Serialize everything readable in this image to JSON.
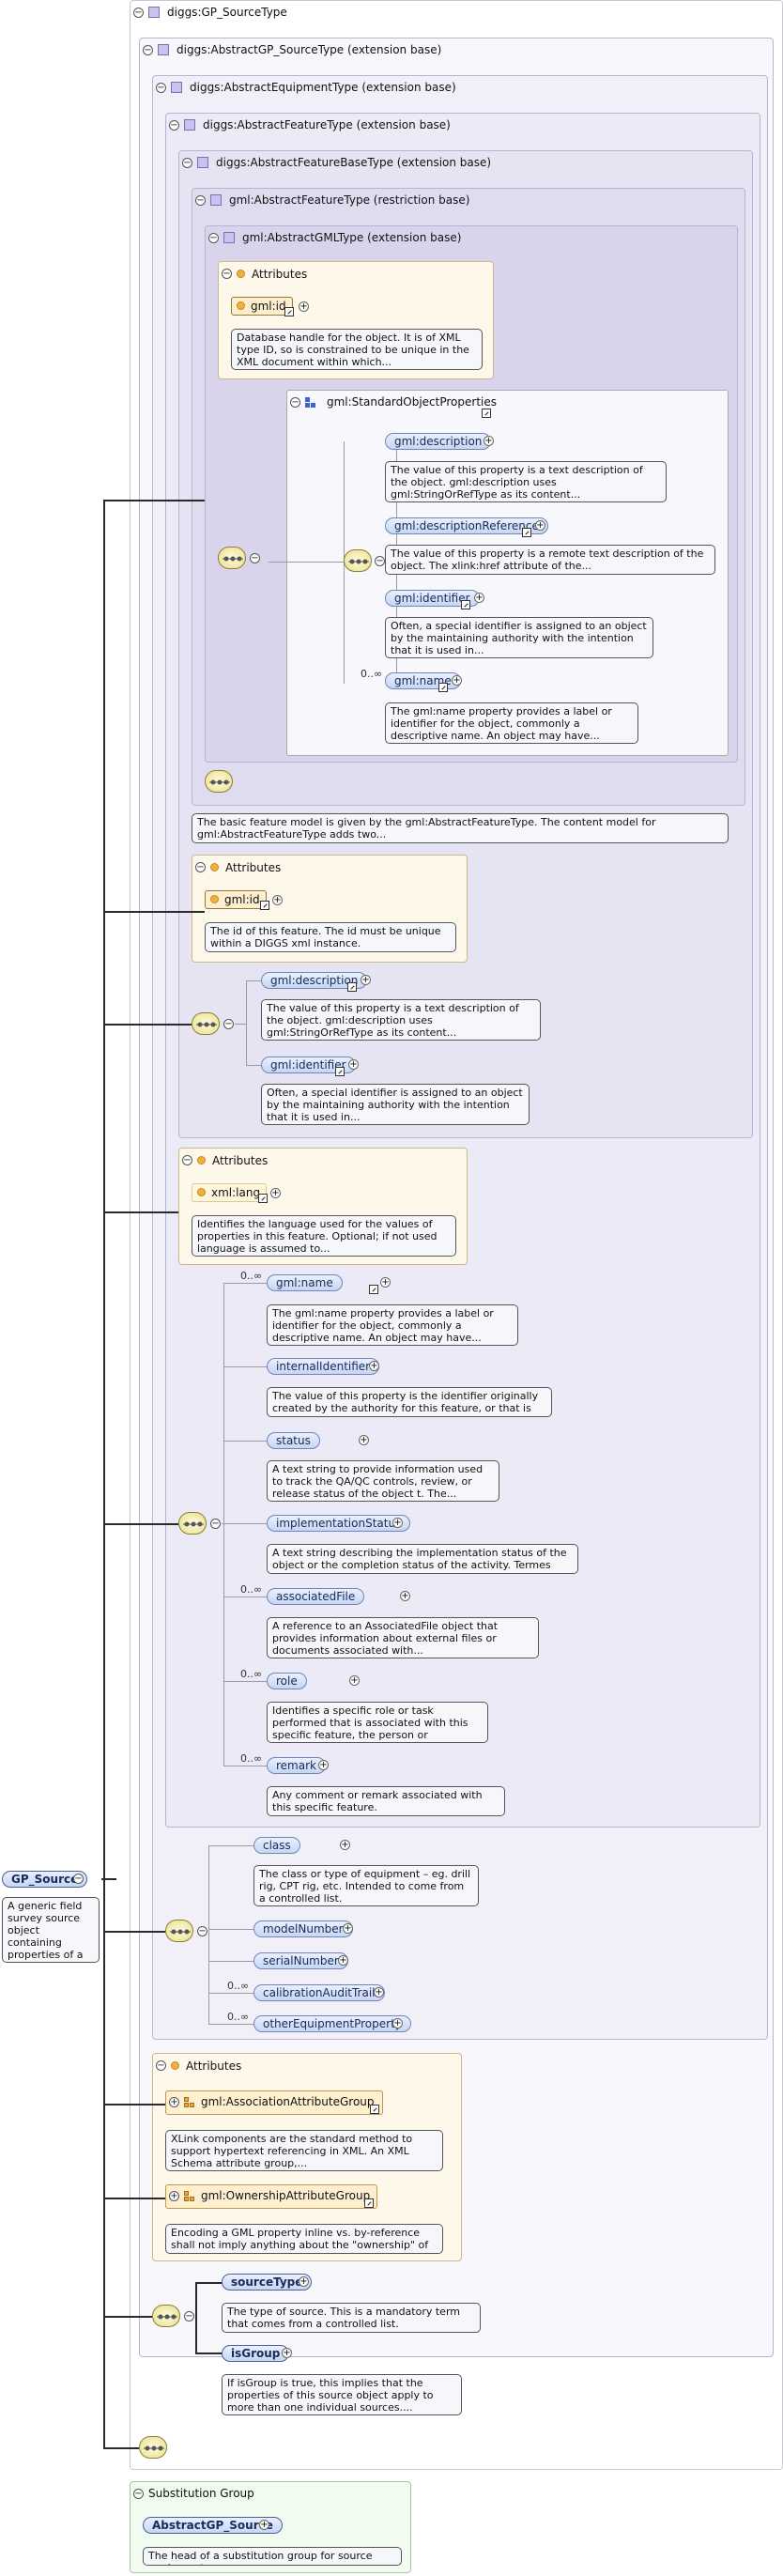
{
  "diagram": {
    "root_element": {
      "name": "GP_Source",
      "description": "A generic field survey source object containing properties of a source."
    },
    "complex_type": "diggs:GP_SourceType",
    "layers": [
      "diggs:AbstractGP_SourceType (extension base)",
      "diggs:AbstractEquipmentType (extension base)",
      "diggs:AbstractFeatureType (extension base)",
      "diggs:AbstractFeatureBaseType (extension base)",
      "gml:AbstractFeatureType (restriction base)",
      "gml:AbstractGMLType (extension base)"
    ],
    "gml_type_attributes": {
      "header": "Attributes",
      "attr": "gml:id",
      "desc": "Database handle for the object. It is of XML type ID, so is constrained to be unique in the XML document within which..."
    },
    "standard_object_properties": {
      "name": "gml:StandardObjectProperties",
      "items": [
        {
          "name": "gml:description",
          "card": "",
          "desc": "The value of this property is a text description of the object. gml:description uses gml:StringOrRefType as its content..."
        },
        {
          "name": "gml:descriptionReference",
          "card": "",
          "desc": "The value of this property is a remote text description of the object. The xlink:href attribute of the..."
        },
        {
          "name": "gml:identifier",
          "card": "",
          "desc": "Often, a special identifier is assigned to an object by the maintaining authority with the intention that it is used in..."
        },
        {
          "name": "gml:name",
          "card": "0..∞",
          "desc": "The gml:name property provides a label or identifier for the object, commonly a descriptive name. An object may have..."
        }
      ]
    },
    "gml_feature_desc": "The basic feature model is given by the gml:AbstractFeatureType. The content model for gml:AbstractFeatureType adds two...",
    "feature_base_attributes": {
      "header": "Attributes",
      "attr": "gml:id",
      "desc": "The id of this feature. The id must be unique within a DIGGS xml instance."
    },
    "feature_base_elements": [
      {
        "name": "gml:description",
        "desc": "The value of this property is a text description of the object. gml:description uses gml:StringOrRefType as its content..."
      },
      {
        "name": "gml:identifier",
        "desc": "Often, a special identifier is assigned to an object by the maintaining authority with the intention that it is used in..."
      }
    ],
    "feature_attributes": {
      "header": "Attributes",
      "attr": "xml:lang",
      "desc": "Identifies the language used for the values of properties in this feature. Optional; if not used language is assumed to..."
    },
    "feature_elements": [
      {
        "name": "gml:name",
        "card": "0..∞",
        "desc": "The gml:name property provides a label or identifier for the object, commonly a descriptive name. An object may have..."
      },
      {
        "name": "internalIdentifier",
        "card": "",
        "desc": "The value of this property is the identifier originally created by the authority for this feature, or that is used as..."
      },
      {
        "name": "status",
        "card": "",
        "desc": "A text string to provide information used to track the QA/QC controls, review, or release status of the object t. The..."
      },
      {
        "name": "implementationStatus",
        "card": "",
        "desc": "A text string describing the implementation status of the object or the completion status of the activity. Termes used..."
      },
      {
        "name": "associatedFile",
        "card": "0..∞",
        "desc": "A reference to an AssociatedFile object that provides information about external files or documents associated with..."
      },
      {
        "name": "role",
        "card": "0..∞",
        "desc": "Identifies a specific role or task performed that is associated with this specific feature, the person or organization..."
      },
      {
        "name": "remark",
        "card": "0..∞",
        "desc": "Any comment or remark associated with this specific feature."
      }
    ],
    "equipment_elements": [
      {
        "name": "class",
        "card": "",
        "desc": "The class or type of equipment – eg. drill rig, CPT rig, etc. Intended to come from a controlled list."
      },
      {
        "name": "modelNumber",
        "card": "",
        "desc": ""
      },
      {
        "name": "serialNumber",
        "card": "",
        "desc": ""
      },
      {
        "name": "calibrationAuditTrail",
        "card": "0..∞",
        "desc": ""
      },
      {
        "name": "otherEquipmentProperty",
        "card": "0..∞",
        "desc": ""
      }
    ],
    "source_attributes": {
      "header": "Attributes",
      "groups": [
        {
          "name": "gml:AssociationAttributeGroup",
          "desc": "XLink components are the standard method to support hypertext referencing in XML. An XML Schema attribute group,..."
        },
        {
          "name": "gml:OwnershipAttributeGroup",
          "desc": "Encoding a GML property inline vs. by-reference shall not imply anything about the \"ownership\" of the contained or..."
        }
      ]
    },
    "source_elements": [
      {
        "name": "sourceType",
        "desc": "The type of source. This is a mandatory term that comes from a controlled list."
      },
      {
        "name": "isGroup",
        "desc": "If isGroup is true, this implies that the properties of this source object apply to more than one individual sources...."
      }
    ],
    "substitution_group": {
      "header": "Substitution Group",
      "element": "AbstractGP_Source",
      "desc": "The head of a substitution group for source equipment."
    },
    "colors": {
      "type_frame": "#b8b4d0",
      "attr_box": "#fdf8ea",
      "element_pill": "#c7d6f2",
      "substitution_box": "#f2fbf0"
    }
  }
}
